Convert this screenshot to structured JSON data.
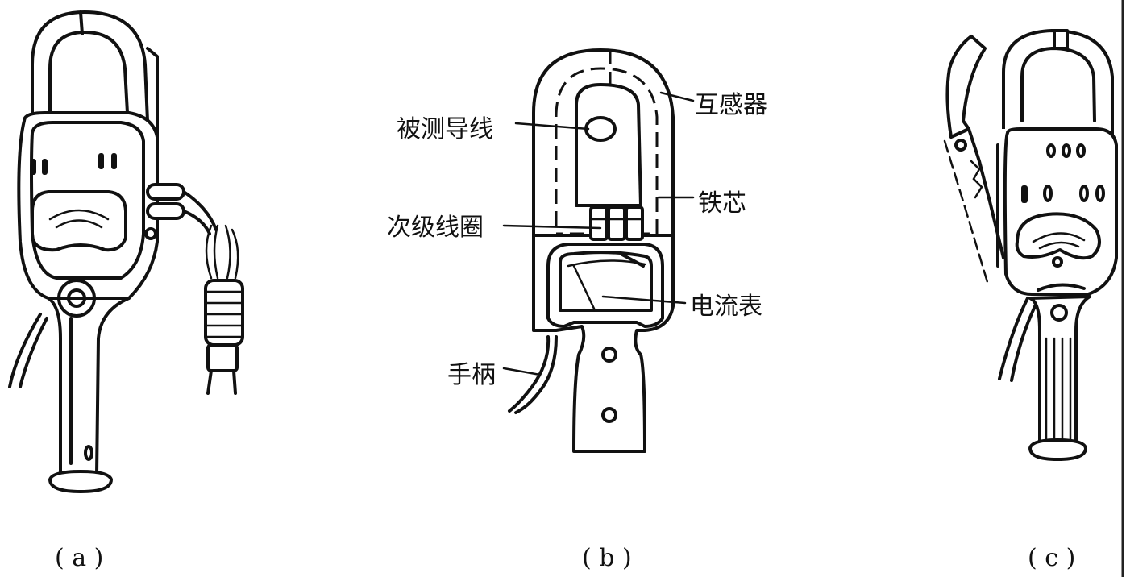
{
  "figures": [
    {
      "id": "a",
      "caption": "( a )"
    },
    {
      "id": "b",
      "caption": "( b )"
    },
    {
      "id": "c",
      "caption": "( c )"
    }
  ],
  "labels": {
    "transformer": "互感器",
    "measured_wire": "被测导线",
    "iron_core": "铁芯",
    "secondary_coil": "次级线圈",
    "ammeter": "电流表",
    "handle": "手柄"
  }
}
